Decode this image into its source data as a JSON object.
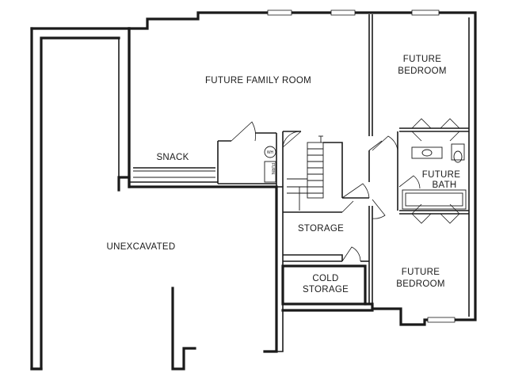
{
  "plan": {
    "rooms": {
      "family_room": "FUTURE FAMILY ROOM",
      "bedroom_top": [
        "FUTURE",
        "BEDROOM"
      ],
      "bedroom_bottom": [
        "FUTURE",
        "BEDROOM"
      ],
      "bath": [
        "FUTURE",
        "BATH"
      ],
      "snack": "SNACK",
      "storage": "STORAGE",
      "cold_storage": [
        "COLD",
        "STORAGE"
      ],
      "unexcavated": "UNEXCAVATED"
    },
    "fixtures": {
      "furnace": "FURN.",
      "water_heater": "WH"
    }
  }
}
